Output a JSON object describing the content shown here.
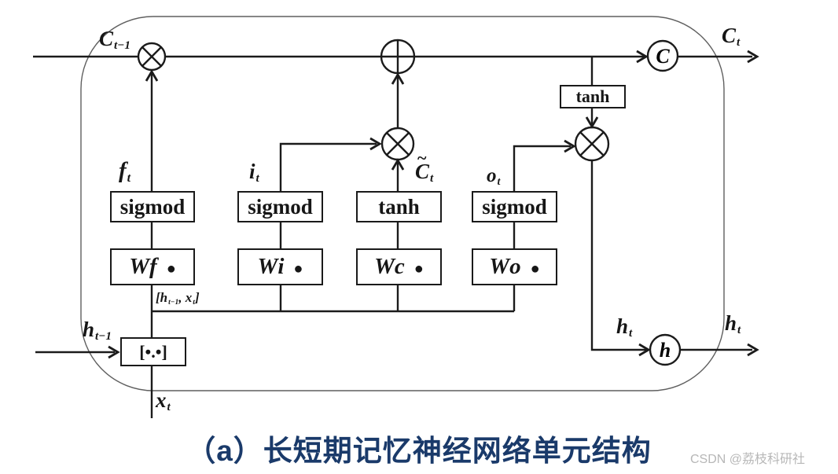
{
  "diagram": {
    "gate_boxes": {
      "forget": "sigmod",
      "input": "sigmod",
      "candidate": "tanh",
      "output": "sigmod",
      "output_tanh": "tanh"
    },
    "weight_boxes": [
      {
        "w": "W",
        "sub": "f",
        "dot": "●"
      },
      {
        "w": "W",
        "sub": "i",
        "dot": "●"
      },
      {
        "w": "W",
        "sub": "c",
        "dot": "●"
      },
      {
        "w": "W",
        "sub": "o",
        "dot": "●"
      }
    ],
    "concat_box": "[•.•]",
    "nodes": {
      "cell_output_circle": "C",
      "hidden_output_circle": "h"
    },
    "labels": {
      "c_prev_main": "C",
      "c_prev_sub": "t−1",
      "c_out_main": "C",
      "c_out_sub": "t",
      "f_main": "f",
      "f_sub": "t",
      "i_main": "i",
      "i_sub": "t",
      "ctilde_tilde": "~",
      "ctilde_main": "C",
      "ctilde_sub": "t",
      "o_main": "o",
      "o_sub": "t",
      "concat_open": "[h",
      "concat_sub1": "t−1",
      "concat_mid": ", x",
      "concat_sub2": "t",
      "concat_close": "]",
      "h_prev_main": "h",
      "h_prev_sub": "t−1",
      "x_main": "x",
      "x_sub": "t",
      "h_inner_main": "h",
      "h_inner_sub": "t",
      "h_out_main": "h",
      "h_out_sub": "t"
    }
  },
  "caption": "（a）长短期记忆神经网络单元结构",
  "watermark": "CSDN @荔枝科研社",
  "colors": {
    "line": "#1b1b1b",
    "caption_blue": "#1a3a6a",
    "watermark_gray": "#b7b7b7"
  }
}
